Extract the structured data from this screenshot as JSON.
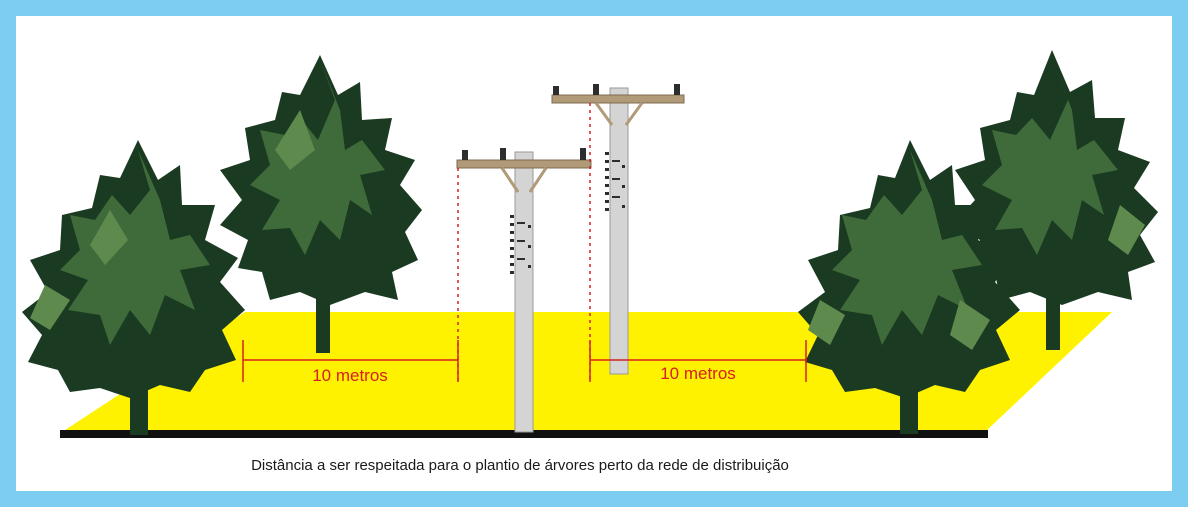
{
  "diagram": {
    "left_distance_label": "10 metros",
    "right_distance_label": "10 metros",
    "caption": "Distância a ser respeitada para o plantio de árvores perto da rede de distribuição"
  },
  "colors": {
    "frame": "#7ccdf0",
    "ground": "#fff200",
    "ground_line": "#111111",
    "tree_dark": "#1b3a22",
    "tree_mid": "#3f6b3a",
    "tree_light": "#5e8a4e",
    "trunk": "#2a2f22",
    "pole": "#d4d4d4",
    "pole_edge": "#9a9a9a",
    "crossarm": "#b09a77",
    "insulator": "#2d2d2d",
    "measure": "#d62020"
  },
  "icons": [
    "tree-icon",
    "utility-pole-icon"
  ]
}
